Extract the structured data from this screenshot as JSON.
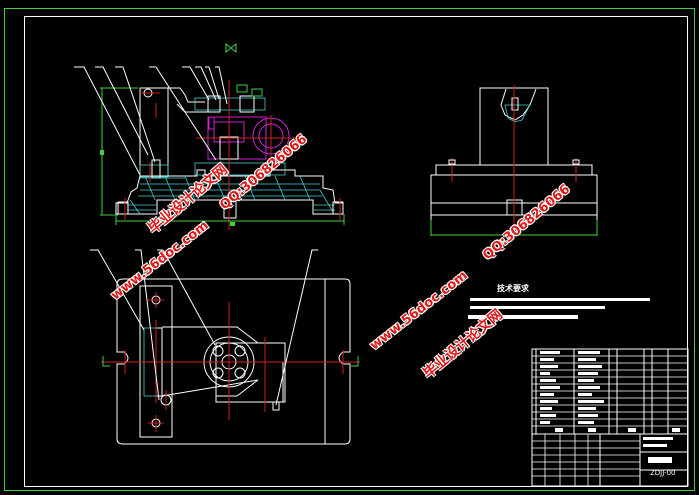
{
  "drawing": {
    "technical_requirements_heading": "技术要求",
    "drawing_code": "ZDJJ-00",
    "colors": {
      "outline": "#ffffff",
      "dimension": "#3fcf3f",
      "centerline": "#d02020",
      "hatch": "#40d0d0",
      "phantom": "#d020d0",
      "watermark": "#e01818"
    }
  },
  "watermarks": {
    "site_1": "www.56doc.com",
    "name_1": "毕业设计论文网",
    "qq_1": "QQ:306826066",
    "site_2": "www.56doc.com",
    "name_2": "毕业设计论文网",
    "qq_2": "QQ:306826066"
  }
}
